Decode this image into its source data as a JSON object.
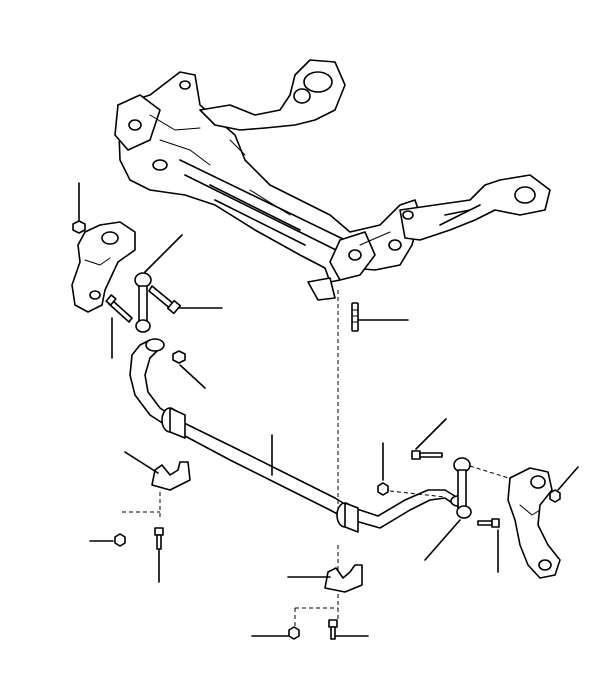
{
  "diagram": {
    "parts": [
      {
        "id": "front-subframe",
        "icon": "subframe-icon"
      },
      {
        "id": "left-steering-knuckle",
        "icon": "knuckle-icon"
      },
      {
        "id": "right-steering-knuckle",
        "icon": "knuckle-icon"
      },
      {
        "id": "stabilizer-bar",
        "icon": "anti-roll-bar-icon"
      },
      {
        "id": "left-stabilizer-bushing-clamp",
        "icon": "clamp-icon"
      },
      {
        "id": "right-stabilizer-bushing-clamp",
        "icon": "clamp-icon"
      },
      {
        "id": "left-stabilizer-link",
        "icon": "link-icon"
      },
      {
        "id": "right-stabilizer-link",
        "icon": "link-icon"
      },
      {
        "id": "link-bolt-left",
        "icon": "bolt-icon"
      },
      {
        "id": "link-bolt-right",
        "icon": "bolt-icon"
      },
      {
        "id": "link-nut-left",
        "icon": "nut-icon"
      },
      {
        "id": "link-nut-right",
        "icon": "nut-icon"
      },
      {
        "id": "clamp-bolt-left",
        "icon": "bolt-icon"
      },
      {
        "id": "clamp-bolt-right",
        "icon": "bolt-icon"
      },
      {
        "id": "clamp-nut-left",
        "icon": "nut-icon"
      },
      {
        "id": "clamp-nut-right",
        "icon": "nut-icon"
      },
      {
        "id": "subframe-stud",
        "icon": "stud-icon"
      }
    ],
    "line_color": "#000000",
    "background_color": "#ffffff"
  }
}
